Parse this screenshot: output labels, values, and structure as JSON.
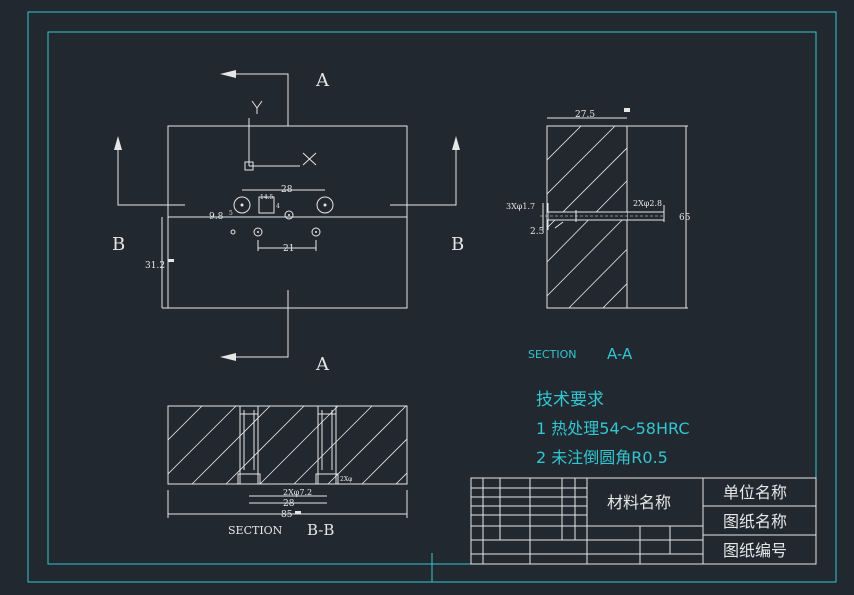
{
  "drawing": {
    "view_labels": {
      "top_a": "A",
      "bottom_a": "A",
      "left_b": "B",
      "right_b": "B",
      "axis_y": "Y",
      "axis_x": "X"
    },
    "plan_dims": {
      "d28": "28",
      "d14_5": "14.5",
      "d9_8": "9.8",
      "d5": "5",
      "d21": "21",
      "d31_2": "31.2",
      "d4": "4"
    },
    "section_aa": {
      "caption": "SECTION",
      "name": "A-A",
      "width_dim": "27.5",
      "height_dim": "65",
      "hole_left": "3Xφ1.7",
      "hole_right": "2Xφ2.8",
      "depth_dim": "2.5"
    },
    "section_bb": {
      "caption": "SECTION",
      "name": "B-B",
      "hole_note": "2Xφ7.2",
      "small_note": "2Xφ",
      "d28": "28",
      "d85": "85"
    },
    "tech": {
      "title": "技术要求",
      "line1": "1  热处理54～58HRC",
      "line2": "2  未注倒圆角R0.5"
    },
    "title_block": {
      "material": "材料名称",
      "unit": "单位名称",
      "drawing_name": "图纸名称",
      "drawing_number": "图纸编号"
    }
  },
  "colors": {
    "background": "#212830",
    "frame": "#33c6d0",
    "geometry": "#e6e6e6"
  }
}
